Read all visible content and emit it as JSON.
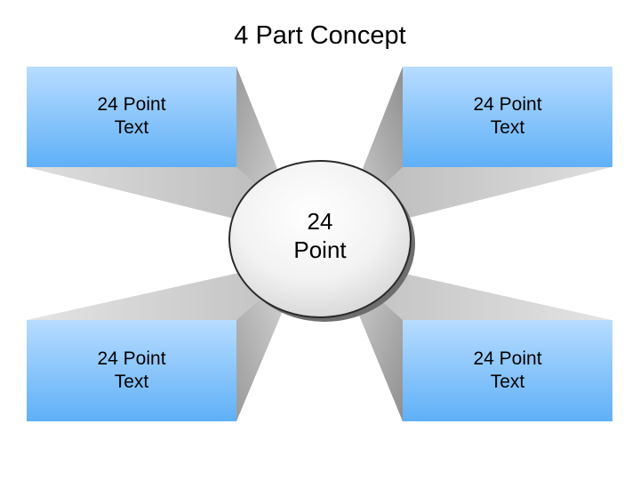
{
  "title": "4 Part Concept",
  "center": {
    "line1": "24",
    "line2": "Point"
  },
  "boxes": [
    {
      "id": "top-left",
      "line1": "24 Point",
      "line2": "Text"
    },
    {
      "id": "top-right",
      "line1": "24 Point",
      "line2": "Text"
    },
    {
      "id": "bottom-left",
      "line1": "24 Point",
      "line2": "Text"
    },
    {
      "id": "bottom-right",
      "line1": "24 Point",
      "line2": "Text"
    }
  ],
  "colors": {
    "box_top": "#b7dcff",
    "box_bottom": "#5fb0f7",
    "ray_light": "#e2e2e2",
    "ray_dark": "#8e8e8e",
    "circle_fill": "#f3f3f3",
    "circle_stroke": "#2a2a2a",
    "circle_shadow": "#6e6e6e"
  }
}
